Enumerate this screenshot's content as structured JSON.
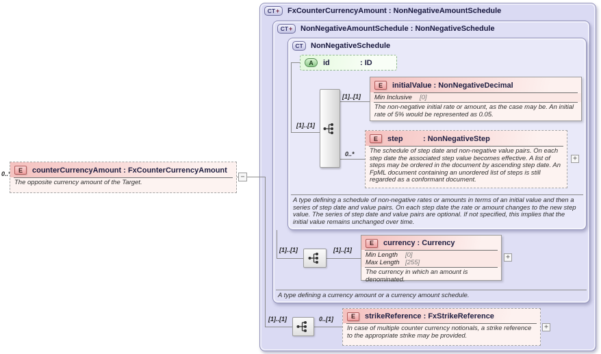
{
  "colors": {
    "canvas_bg": "#ffffff",
    "type_box_lavender": "#dcdcf4",
    "element_pink": "#f5c1bf",
    "attribute_green": "#e3f9dd",
    "connector_gray": "#8a8a8a",
    "header_text": "#17173d"
  },
  "badges": {
    "complex_type": "CT",
    "element": "E",
    "attribute": "A",
    "plus": "+"
  },
  "glyphs": {
    "collapse": "−",
    "expand": "+"
  },
  "source_element": {
    "cardinality": "0..*",
    "title": "counterCurrencyAmount : FxCounterCurrencyAmount",
    "annotation": "The opposite currency amount of the Target."
  },
  "outer_type": {
    "title": "FxCounterCurrencyAmount : NonNegativeAmountSchedule"
  },
  "middle_type": {
    "title": "NonNegativeAmountSchedule : NonNegativeSchedule",
    "annotation": "A type defining a currency amount or a currency amount schedule."
  },
  "inner_type": {
    "title": "NonNegativeSchedule",
    "annotation": "A type defining a schedule of non-negative rates or amounts in terms of an initial value and then a series of step date and value pairs. On each step date the rate or amount changes to the new step value. The series of step date and value pairs are optional. If not specified, this implies that the initial value remains unchanged over time."
  },
  "id_attribute": {
    "name": "id",
    "type": ": ID"
  },
  "sequence": {
    "cardinality": "[1]..[1]"
  },
  "initial_value": {
    "cardinality": "[1]..[1]",
    "title": "initialValue : NonNegativeDecimal",
    "facets": [
      {
        "name": "Min Inclusive",
        "value": "[0]"
      }
    ],
    "annotation": "The non-negative initial rate or amount, as the case may be. An initial rate of 5% would be represented as 0.05."
  },
  "step": {
    "cardinality": "0..*",
    "name": "step",
    "type": ": NonNegativeStep",
    "annotation": "The schedule of step date and non-negative value pairs. On each step date the associated step value becomes effective. A list of steps may be ordered in the document by ascending step date. An FpML document containing an unordered list of steps is still regarded as a conformant document."
  },
  "currency": {
    "left_cardinality": "[1]..[1]",
    "right_cardinality": "[1]..[1]",
    "title": "currency : Currency",
    "facets": [
      {
        "name": "Min Length",
        "value": "[0]"
      },
      {
        "name": "Max Length",
        "value": "[255]"
      }
    ],
    "annotation": "The currency in which an amount is denominated."
  },
  "strike_reference": {
    "left_cardinality": "[1]..[1]",
    "right_cardinality": "0..[1]",
    "title": "strikeReference : FxStrikeReference",
    "annotation": "In case of multiple counter currency notionals, a strike reference to the appropriate strike may be provided."
  }
}
